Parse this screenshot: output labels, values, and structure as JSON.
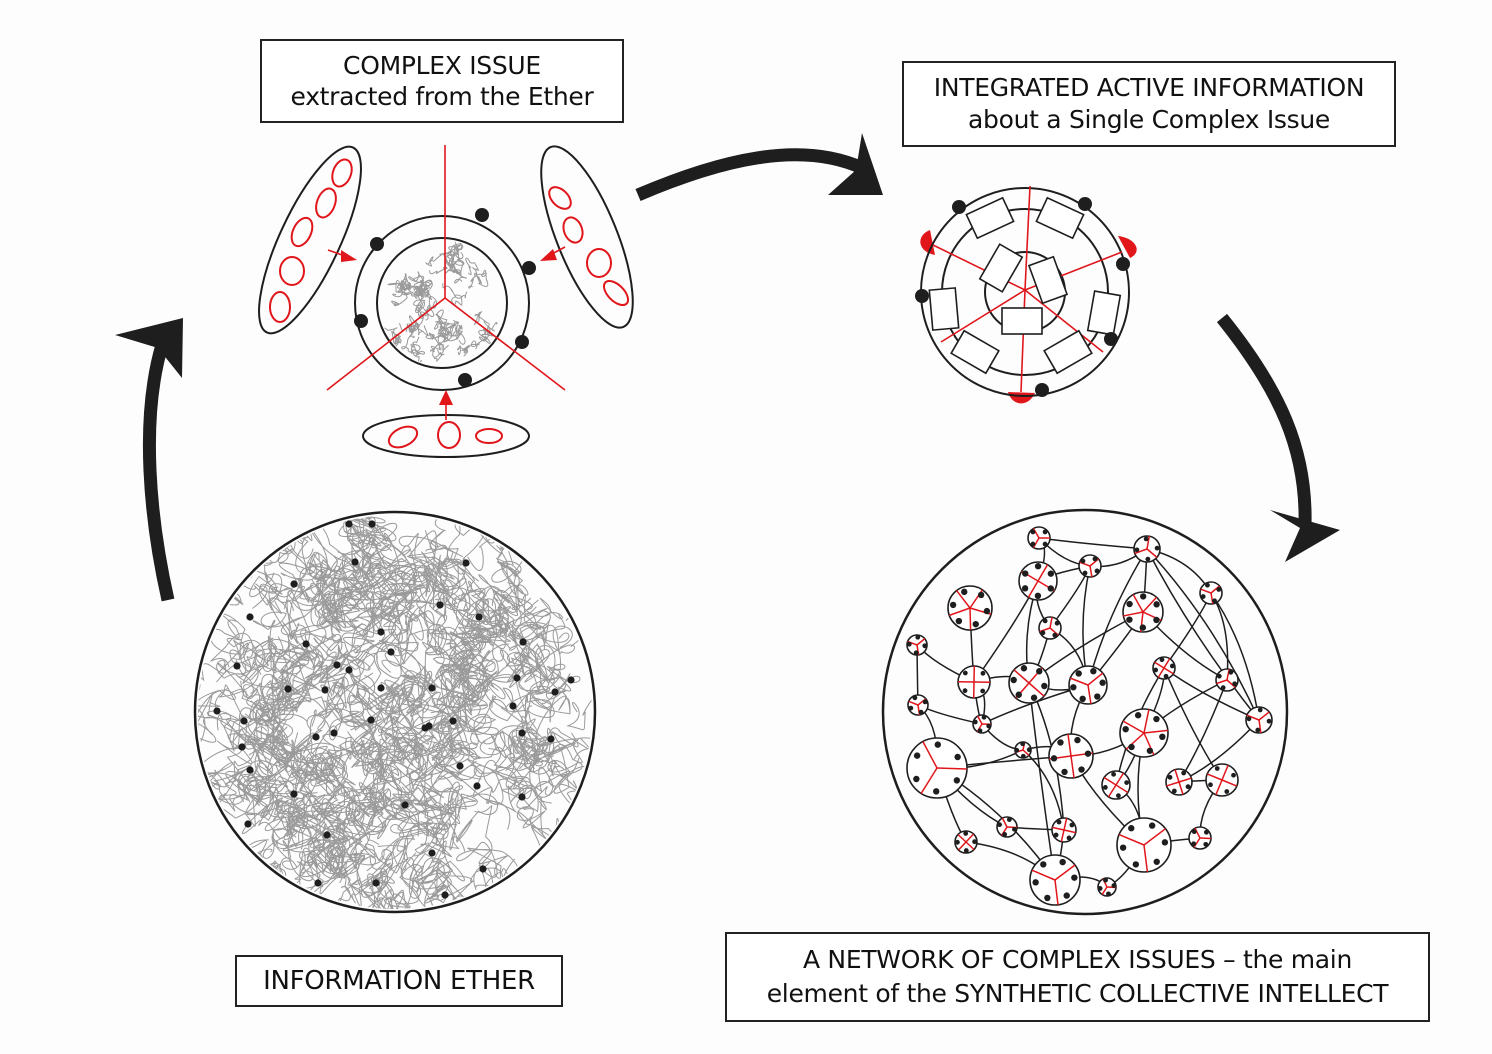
{
  "diagram": {
    "title": "Synthetic Collective Intellect cycle",
    "labels": {
      "complex_issue": {
        "line1": "COMPLEX ISSUE",
        "line2": "extracted from the Ether"
      },
      "integrated_info": {
        "line1": "INTEGRATED ACTIVE INFORMATION",
        "line2": "about a Single Complex Issue"
      },
      "information_ether": {
        "line1": "INFORMATION ETHER"
      },
      "network": {
        "line1": "A NETWORK OF COMPLEX ISSUES – the main",
        "line2": "element of the SYNTHETIC COLLECTIVE INTELLECT"
      }
    },
    "stages": [
      {
        "id": "information-ether",
        "name": "Information Ether",
        "next": "complex-issue"
      },
      {
        "id": "complex-issue",
        "name": "Complex Issue extracted from the Ether",
        "next": "integrated-info"
      },
      {
        "id": "integrated-info",
        "name": "Integrated Active Information about a Single Complex Issue",
        "next": "network"
      },
      {
        "id": "network",
        "name": "A Network of Complex Issues",
        "next": null
      }
    ],
    "colors": {
      "ink": "#1e1e1e",
      "accent_red": "#e0161b",
      "scribble_gray": "#9a9a9a",
      "background": "#fdfdfd"
    }
  }
}
